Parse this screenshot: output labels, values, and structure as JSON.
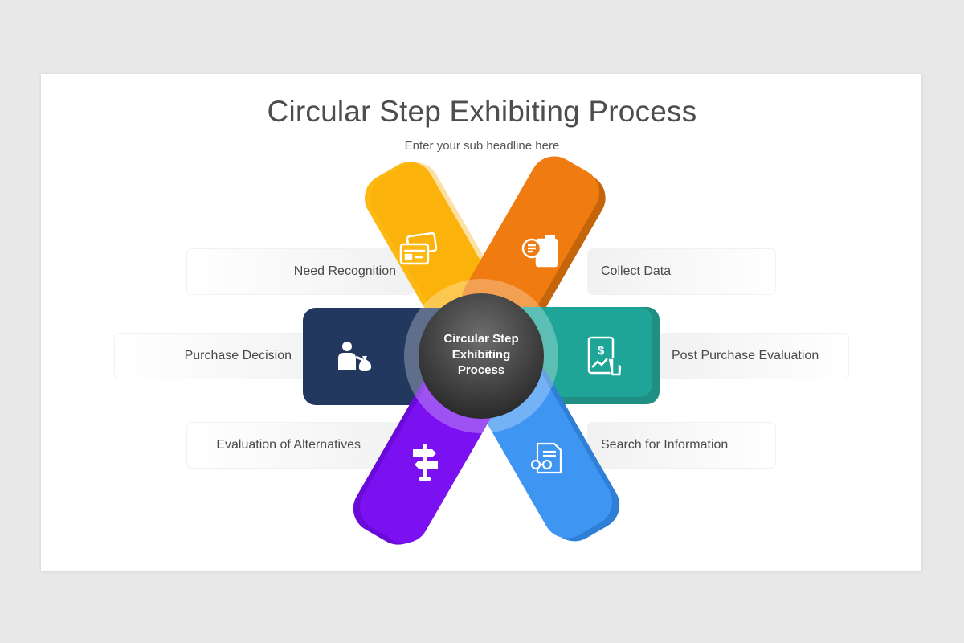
{
  "title": "Circular Step Exhibiting Process",
  "subtitle": "Enter your sub headline here",
  "center": {
    "line1": "Circular Step",
    "line2": "Exhibiting",
    "line3": "Process"
  },
  "steps": [
    {
      "label": "Need Recognition",
      "color": "#fdb913",
      "icon": "credit-cards-icon"
    },
    {
      "label": "Collect Data",
      "color": "#f07c11",
      "icon": "search-document-icon"
    },
    {
      "label": "Post Purchase Evaluation",
      "color": "#1ea597",
      "icon": "tablet-chart-icon"
    },
    {
      "label": "Search for Information",
      "color": "#3e95f2",
      "icon": "document-glasses-icon"
    },
    {
      "label": "Evaluation of Alternatives",
      "color": "#7b10f0",
      "icon": "signpost-icon"
    },
    {
      "label": "Purchase Decision",
      "color": "#22385f",
      "icon": "person-money-bag-icon"
    }
  ]
}
